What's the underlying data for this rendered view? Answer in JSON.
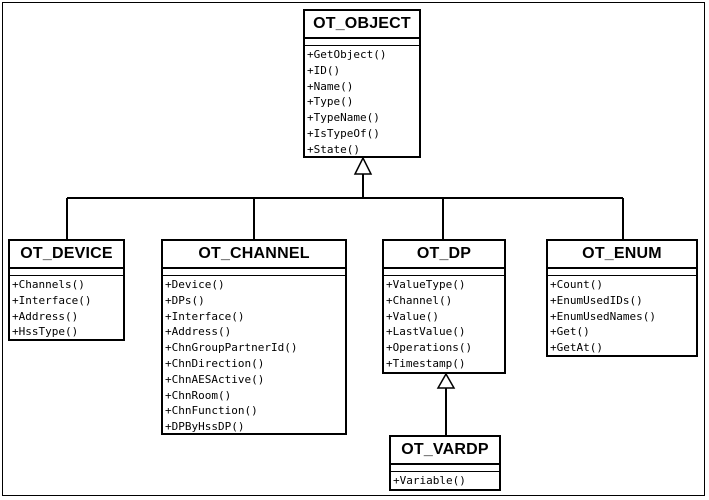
{
  "classes": {
    "ot_object": {
      "name": "OT_OBJECT",
      "methods": [
        "+GetObject()",
        "+ID()",
        "+Name()",
        "+Type()",
        "+TypeName()",
        "+IsTypeOf()",
        "+State()"
      ]
    },
    "ot_device": {
      "name": "OT_DEVICE",
      "methods": [
        "+Channels()",
        "+Interface()",
        "+Address()",
        "+HssType()"
      ]
    },
    "ot_channel": {
      "name": "OT_CHANNEL",
      "methods": [
        "+Device()",
        "+DPs()",
        "+Interface()",
        "+Address()",
        "+ChnGroupPartnerId()",
        "+ChnDirection()",
        "+ChnAESActive()",
        "+ChnRoom()",
        "+ChnFunction()",
        "+DPByHssDP()"
      ]
    },
    "ot_dp": {
      "name": "OT_DP",
      "methods": [
        "+ValueType()",
        "+Channel()",
        "+Value()",
        "+LastValue()",
        "+Operations()",
        "+Timestamp()"
      ]
    },
    "ot_enum": {
      "name": "OT_ENUM",
      "methods": [
        "+Count()",
        "+EnumUsedIDs()",
        "+EnumUsedNames()",
        "+Get()",
        "+GetAt()"
      ]
    },
    "ot_vardp": {
      "name": "OT_VARDP",
      "methods": [
        "+Variable()"
      ]
    }
  },
  "inheritance": [
    {
      "child": "OT_DEVICE",
      "parent": "OT_OBJECT"
    },
    {
      "child": "OT_CHANNEL",
      "parent": "OT_OBJECT"
    },
    {
      "child": "OT_DP",
      "parent": "OT_OBJECT"
    },
    {
      "child": "OT_ENUM",
      "parent": "OT_OBJECT"
    },
    {
      "child": "OT_VARDP",
      "parent": "OT_DP"
    }
  ]
}
